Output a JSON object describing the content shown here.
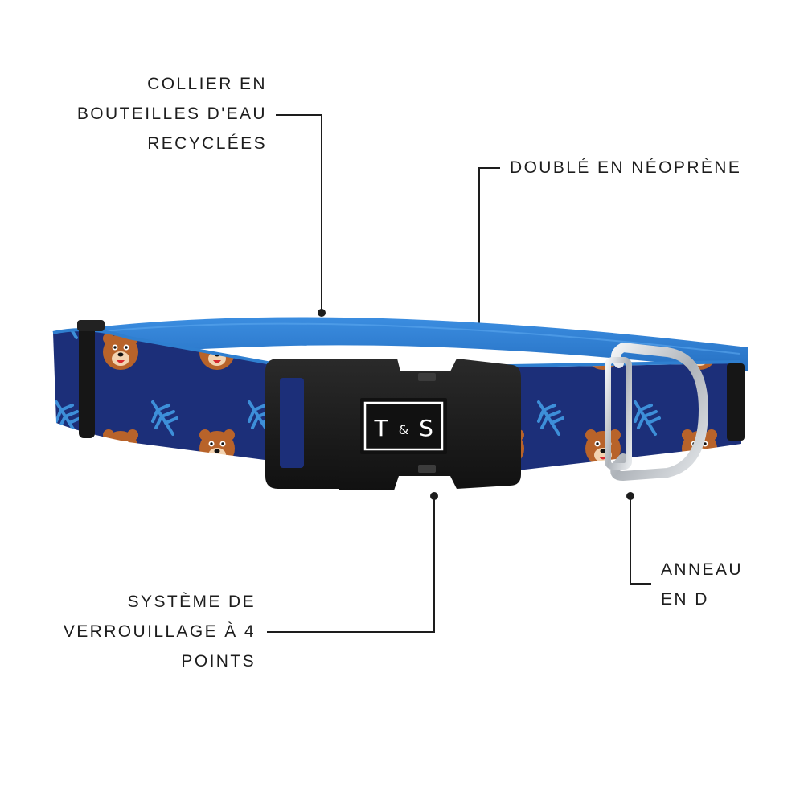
{
  "callouts": {
    "collier": {
      "lines": [
        "COLLIER EN",
        "BOUTEILLES D'EAU",
        "RECYCLÉES"
      ]
    },
    "double": {
      "lines": [
        "DOUBLÉ EN NÉOPRÈNE"
      ]
    },
    "verrouillage": {
      "lines": [
        "SYSTÈME DE",
        "VERROUILLAGE À 4",
        "POINTS"
      ]
    },
    "anneau": {
      "lines": [
        "ANNEAU",
        "EN D"
      ]
    }
  },
  "buckle_logo": {
    "left": "T",
    "amp": "&",
    "right": "S"
  },
  "colors": {
    "collar_navy": "#1c2f79",
    "lining_blue": "#2f7fd0",
    "buckle_black": "#1a1a1a",
    "bear_brown": "#b8632a",
    "leaf_blue": "#3d8fd9",
    "ring_silver": "#c9cdd2",
    "leader_line": "#1d1d1d"
  },
  "icons": [
    "bear-face-icon",
    "leaf-icon",
    "d-ring-icon",
    "buckle-icon"
  ]
}
